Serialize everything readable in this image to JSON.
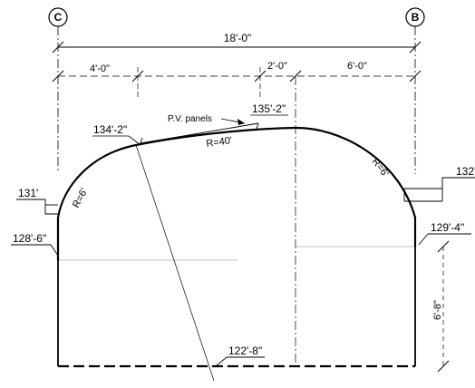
{
  "grid": {
    "left": "C",
    "right": "B"
  },
  "dimensions": {
    "overall": "18'-0\"",
    "left_offset": "4'-0\"",
    "center_offset": "2'-0\"",
    "right_offset": "6'-0\"",
    "right_height": "6'-8\""
  },
  "elevations": {
    "crown": "135'-2\"",
    "upper_left": "134'-2\"",
    "left_ledge": "131'",
    "left_spring": "128'-6\"",
    "right_ledge": "132'",
    "right_spring": "129'-4\"",
    "floor": "122'-8\""
  },
  "radii": {
    "left": "R=6'",
    "top": "R=40'",
    "right": "R=6'"
  },
  "notes": {
    "pv_panels": "P.V. panels"
  }
}
